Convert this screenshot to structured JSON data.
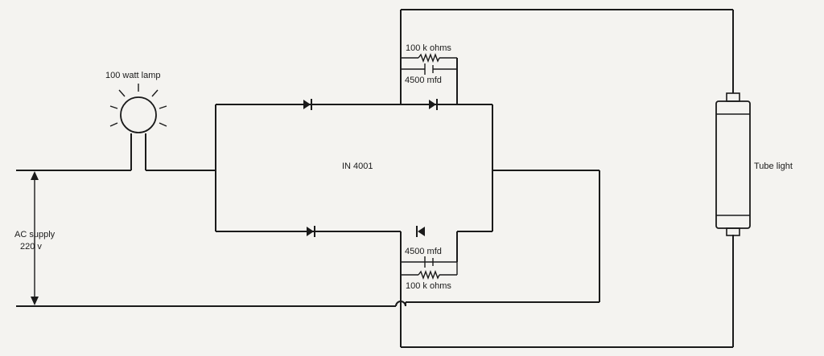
{
  "labels": {
    "lamp": "100 watt lamp",
    "resistor_top": "100 k ohms",
    "capacitor_top": "4500 mfd",
    "diode": "IN 4001",
    "capacitor_bottom": "4500 mfd",
    "resistor_bottom": "100 k ohms",
    "supply_line1": "AC supply",
    "supply_line2": "220 v",
    "tube": "Tube light"
  },
  "colors": {
    "ink": "#1a1a1a",
    "paper": "#f4f3f0"
  }
}
